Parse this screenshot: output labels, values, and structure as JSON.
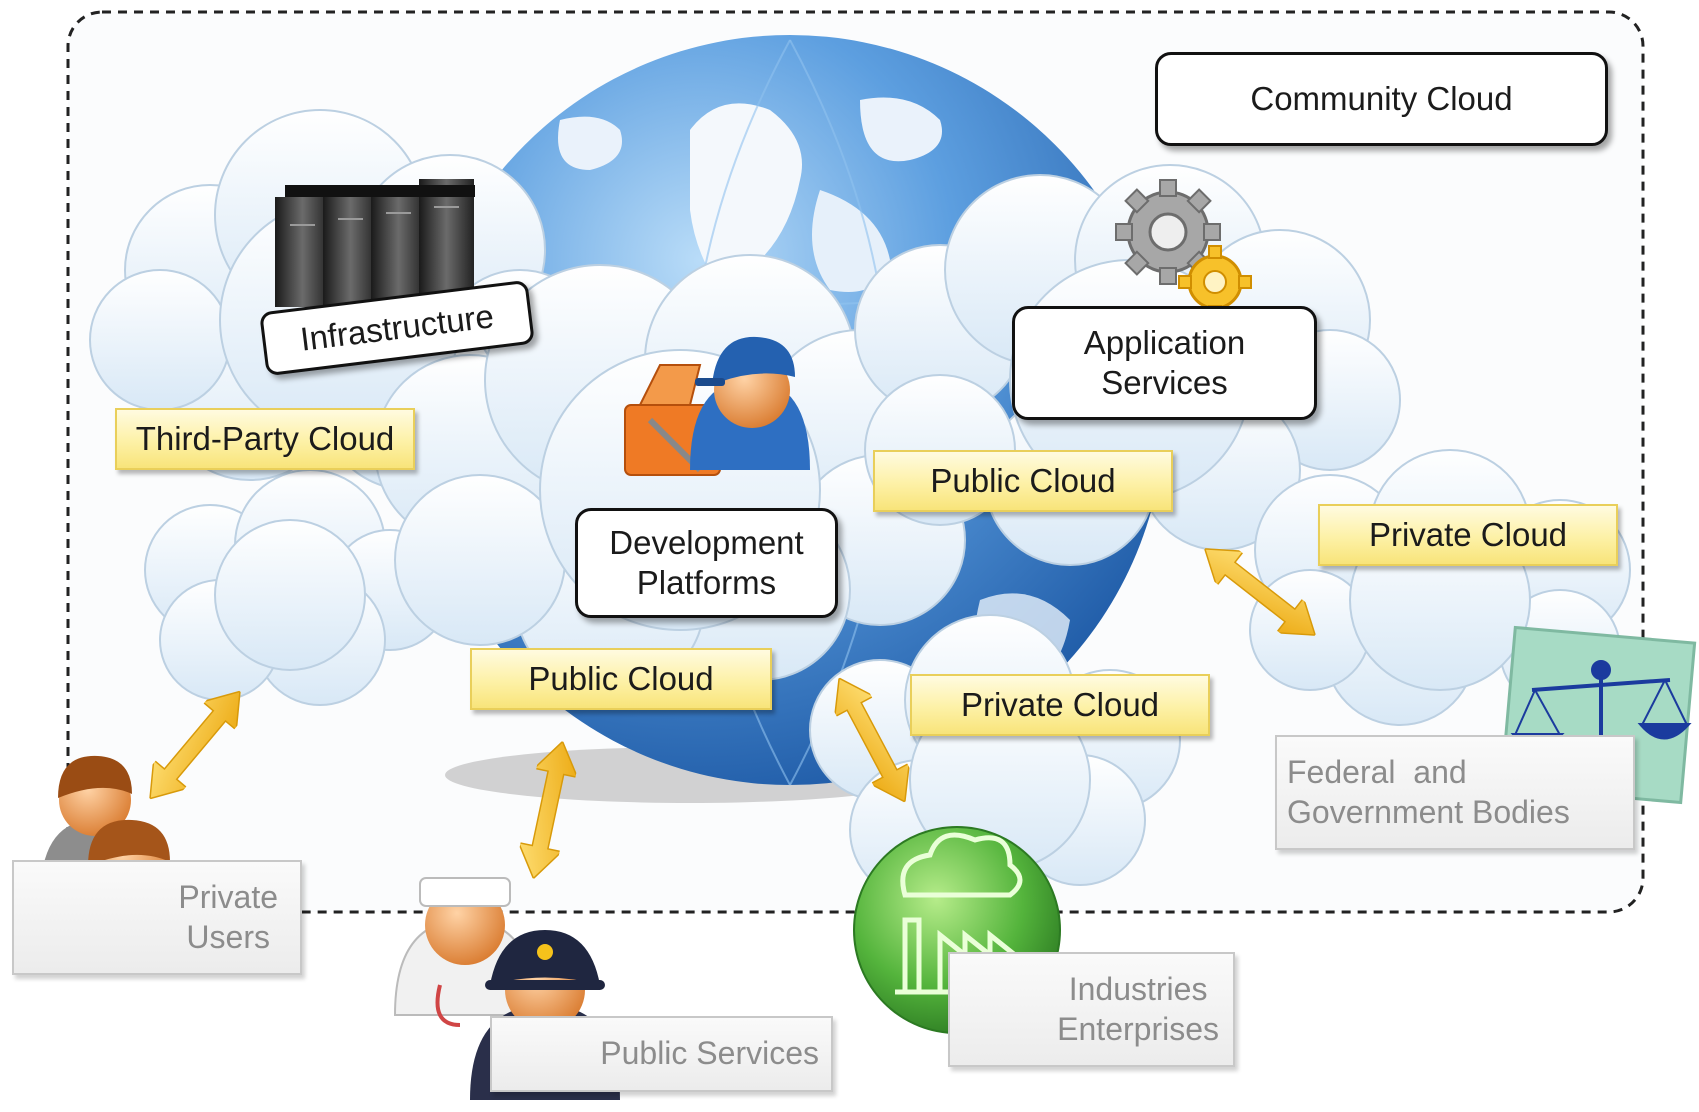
{
  "community": {
    "title": "Community Cloud"
  },
  "services": {
    "infrastructure": "Infrastructure",
    "development": [
      "Development",
      "Platforms"
    ],
    "application": [
      "Application",
      "Services"
    ]
  },
  "clouds": {
    "third_party": "Third-Party Cloud",
    "public_right": "Public Cloud",
    "public_center": "Public Cloud",
    "private_right": "Private Cloud",
    "private_center": "Private Cloud"
  },
  "users": {
    "private_users": [
      "Private",
      "Users"
    ],
    "public_services": "Public Services",
    "industries": [
      "Industries",
      "Enterprises"
    ],
    "federal": [
      "Federal  and",
      "Government Bodies"
    ]
  },
  "icons": [
    "globe-icon",
    "server-rack-icon",
    "gears-icon",
    "developer-toolbox-icon",
    "private-users-icon",
    "public-services-icon",
    "factory-icon",
    "scales-icon",
    "double-arrow-icon"
  ],
  "colors": {
    "cloud_fill": "#e4eff9",
    "label_yellow": "#fdf1a6",
    "arrow_yellow": "#f5c21b",
    "globe_blue": "#2f78c8",
    "industry_green": "#4fae3f",
    "federal_teal": "#a7dbc5"
  }
}
